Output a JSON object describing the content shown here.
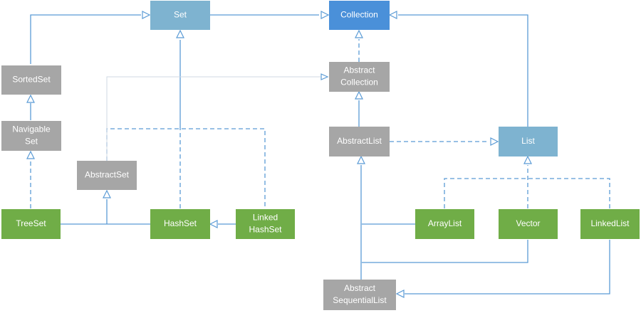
{
  "colors": {
    "interface": "#7eb3d0",
    "collection": "#4a90d9",
    "abstract": "#a6a6a6",
    "concrete": "#70ad47",
    "edge": "#5b9bd5"
  },
  "nodes": {
    "set": {
      "lines": [
        "Set"
      ],
      "kind": "interface"
    },
    "collection": {
      "lines": [
        "Collection"
      ],
      "kind": "collection"
    },
    "sorted_set": {
      "lines": [
        "SortedSet"
      ],
      "kind": "abstract"
    },
    "navigable_set": {
      "lines": [
        "Navigable",
        "Set"
      ],
      "kind": "abstract"
    },
    "abstract_collection": {
      "lines": [
        "Abstract",
        "Collection"
      ],
      "kind": "abstract"
    },
    "abstract_set": {
      "lines": [
        "AbstractSet"
      ],
      "kind": "abstract"
    },
    "abstract_list": {
      "lines": [
        "AbstractList"
      ],
      "kind": "abstract"
    },
    "list": {
      "lines": [
        "List"
      ],
      "kind": "interface"
    },
    "tree_set": {
      "lines": [
        "TreeSet"
      ],
      "kind": "concrete"
    },
    "hash_set": {
      "lines": [
        "HashSet"
      ],
      "kind": "concrete"
    },
    "linked_hash_set": {
      "lines": [
        "Linked",
        "HashSet"
      ],
      "kind": "concrete"
    },
    "array_list": {
      "lines": [
        "ArrayList"
      ],
      "kind": "concrete"
    },
    "vector": {
      "lines": [
        "Vector"
      ],
      "kind": "concrete"
    },
    "linked_list": {
      "lines": [
        "LinkedList"
      ],
      "kind": "concrete"
    },
    "abstract_sequential_list": {
      "lines": [
        "Abstract",
        "SequentialList"
      ],
      "kind": "abstract"
    }
  }
}
